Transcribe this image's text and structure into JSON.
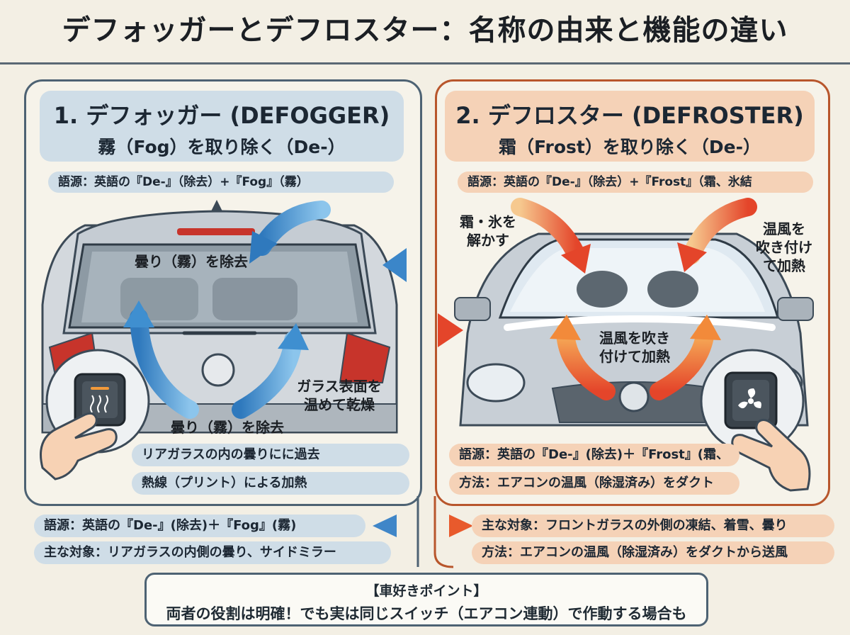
{
  "title": "デフォッガーとデフロスター：名称の由来と機能の違い",
  "left": {
    "heading": "1. デフォッガー (DEFOGGER)",
    "subheading": "霧（Fog）を取り除く（De-）",
    "etymology_top": "語源：英語の『De-』（除去）+『Fog』（霧）",
    "label_clear_top": "曇り（霧）を除去",
    "label_clear_bottom": "曇り（霧）を除去",
    "label_warm": "ガラス表面を\n温めて乾燥",
    "point_1": "リアガラスの内の曇りにに過去",
    "point_2": "熱線（プリント）による加熱",
    "bottom_1": "語源：英語の『De-』(除去)＋『Fog』(霧)",
    "bottom_2": "主な対象：リアガラスの内側の曇り、サイドミラー"
  },
  "right": {
    "heading": "2. デフロスター (DEFROSTER)",
    "subheading": "霜（Frost）を取り除く（De-）",
    "etymology_top": "語源：英語の『De-』（除去）+『Frost』（霜、氷結",
    "label_melt": "霜・氷を\n解かす",
    "label_hot_air_right": "温風を\n吹き付け\nて加熱",
    "label_hot_air_center": "温風を吹き\n付けて加熱",
    "point_1": "語源：英語の『De-』(除去)＋『Frost』(霜、",
    "point_2": "方法：エアコンの温風（除湿済み）をダクト",
    "bottom_1": "主な対象：フロントガラスの外側の凍結、着雪、曇り",
    "bottom_2": "方法：エアコンの温風（除湿済み）をダクトから送風"
  },
  "tip": {
    "line1": "【車好きポイント】",
    "line2": "両者の役割は明確！でも実は同じスイッチ（エアコン連動）で作動する場合も"
  },
  "colors": {
    "left_accent": "#4d6273",
    "right_accent": "#b8562c",
    "blue_arrow": "#3f8fd0",
    "orange_arrow": "#ef6a2a"
  }
}
